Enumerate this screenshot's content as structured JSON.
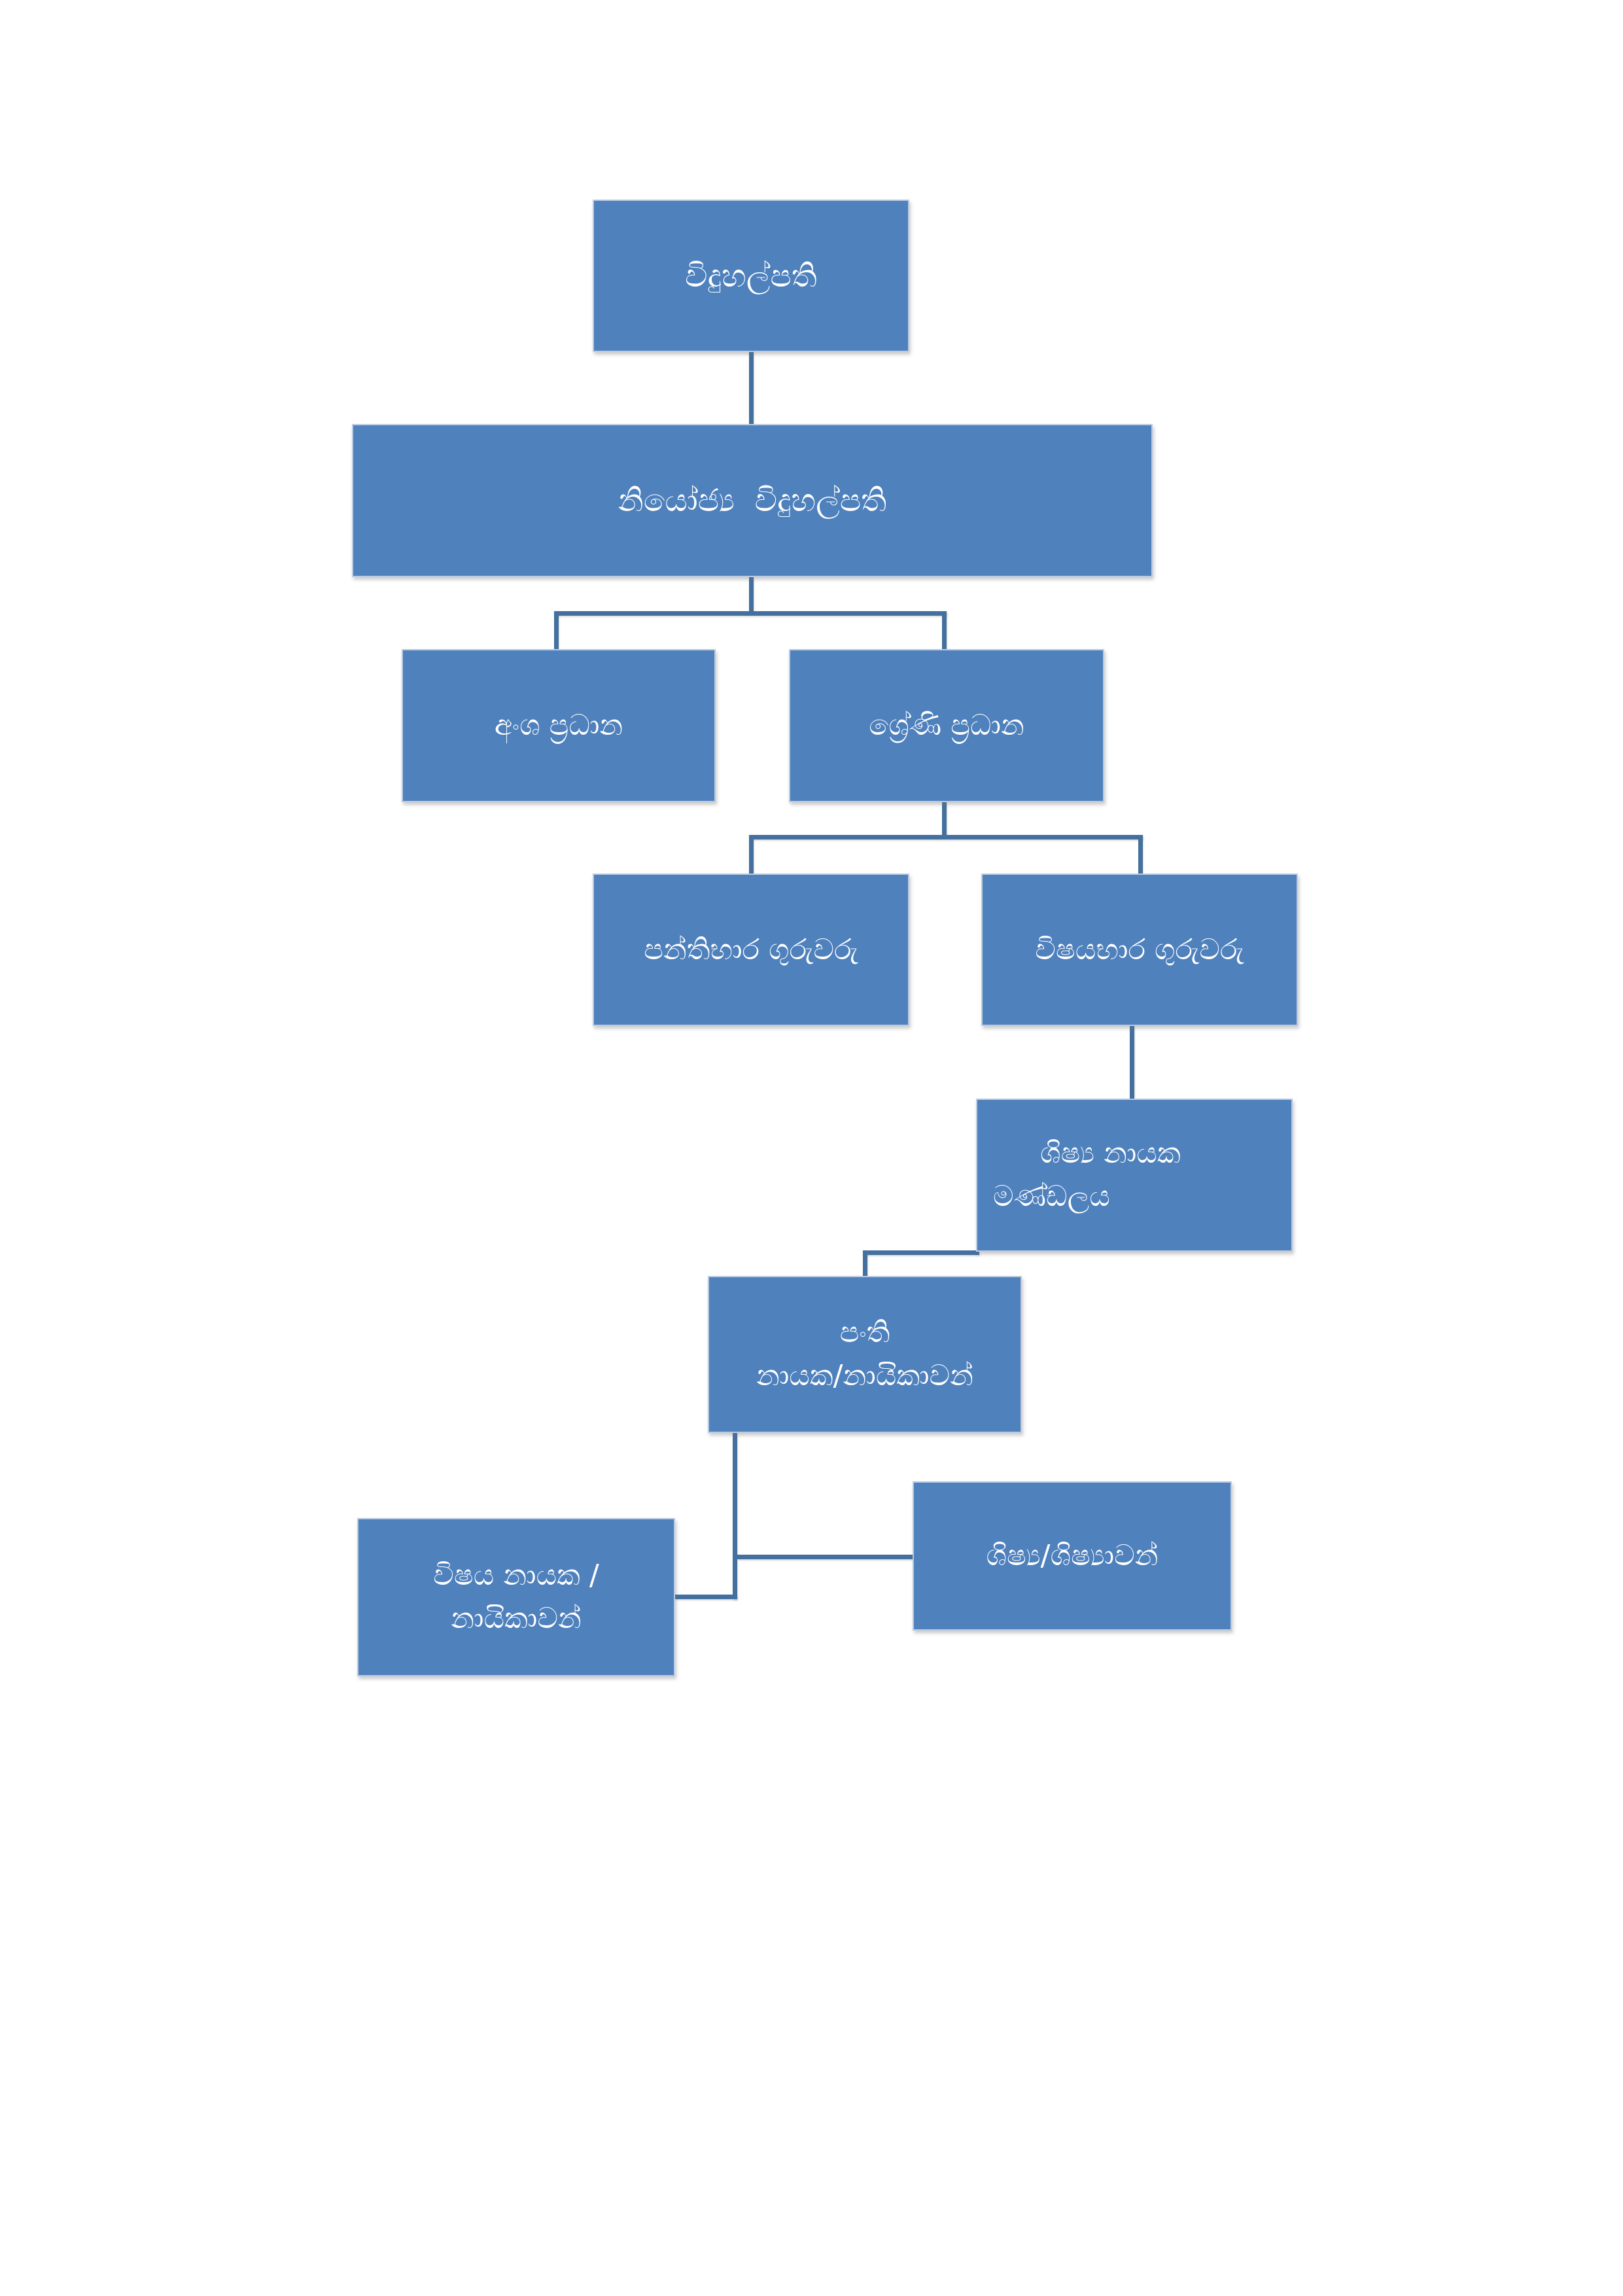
{
  "diagram": {
    "type": "org-chart",
    "background_color": "#ffffff",
    "node_fill_color": "#4f81bd",
    "node_border_color": "#b9cbe2",
    "connector_color": "#44709f",
    "text_color": "#ffffff"
  },
  "nodes": {
    "principal": {
      "label": "විදුහල්පති"
    },
    "deputy_principal": {
      "label": "නියෝජ්‍ය  විදුහල්පති"
    },
    "section_head": {
      "label": "අංශ ප්‍රධාන"
    },
    "grade_head": {
      "label": "ශ්‍රේණි ප්‍රධාන"
    },
    "class_teachers": {
      "label": "පන්තිභාර ගුරුවරු"
    },
    "subject_teachers": {
      "label": "විෂයභාර ගුරුවරු"
    },
    "student_leader_board": {
      "line1": "ශිෂ්‍ය නායක",
      "line2": "මණ්ඩලය"
    },
    "class_monitors": {
      "line1": "පංති",
      "line2": "නායක/නායිකාවන්"
    },
    "subject_leaders": {
      "line1": "විෂය නායක /",
      "line2": "නායිකාවන්"
    },
    "students": {
      "label": "ශිෂ්‍ය/ශිෂ්‍යාවන්"
    }
  },
  "edges": [
    {
      "from": "principal",
      "to": "deputy_principal"
    },
    {
      "from": "deputy_principal",
      "to": "section_head"
    },
    {
      "from": "deputy_principal",
      "to": "grade_head"
    },
    {
      "from": "grade_head",
      "to": "class_teachers"
    },
    {
      "from": "grade_head",
      "to": "subject_teachers"
    },
    {
      "from": "subject_teachers",
      "to": "student_leader_board"
    },
    {
      "from": "student_leader_board",
      "to": "class_monitors"
    },
    {
      "from": "class_monitors",
      "to": "subject_leaders"
    },
    {
      "from": "class_monitors",
      "to": "students"
    }
  ]
}
